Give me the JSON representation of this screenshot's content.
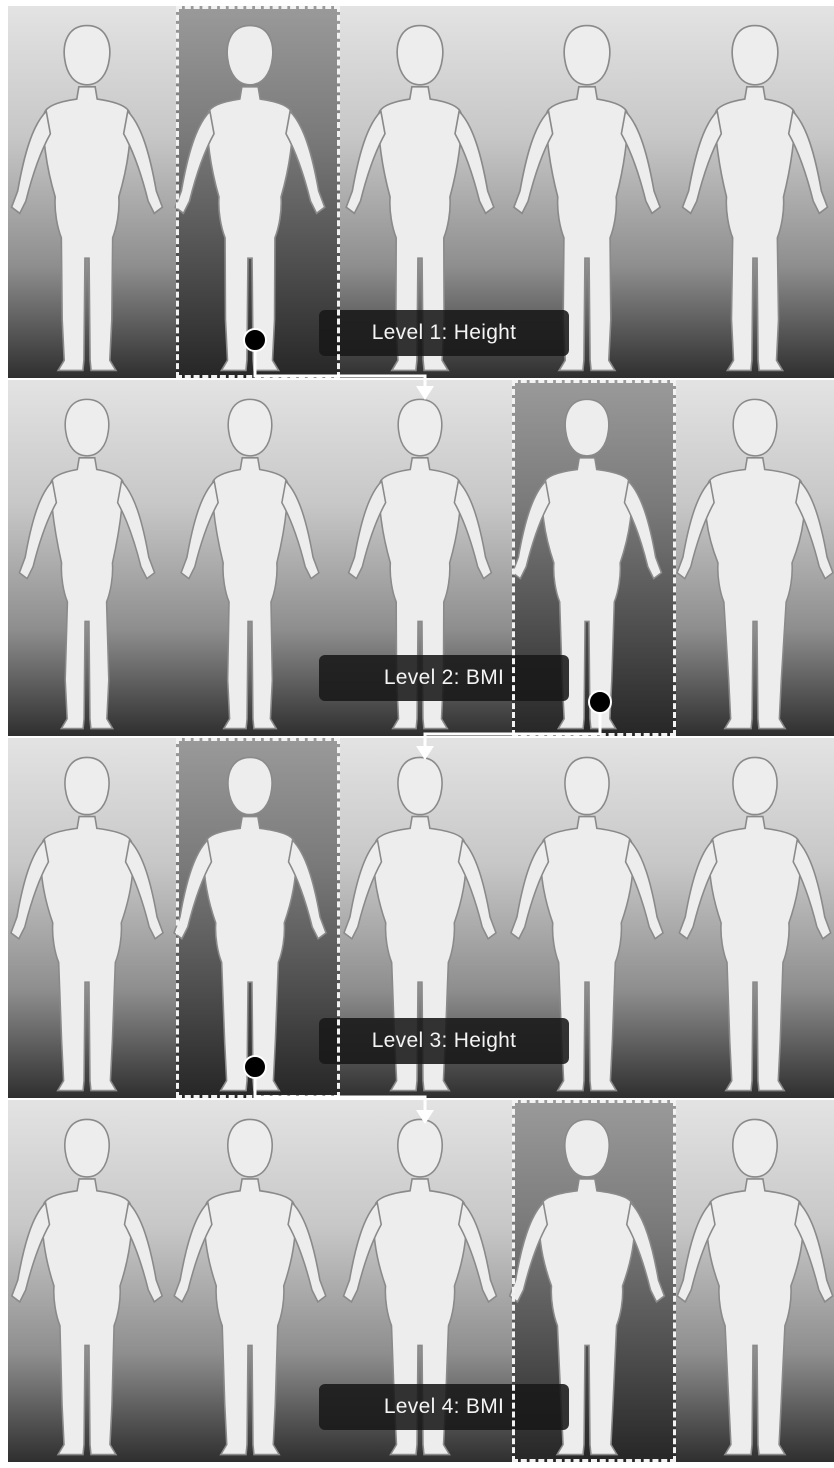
{
  "levels": [
    {
      "label": "Level 1: Height",
      "body_build": [
        0.62,
        0.58,
        0.52,
        0.48,
        0.44
      ],
      "selected_index": 1
    },
    {
      "label": "Level 2: BMI",
      "body_build": [
        0.34,
        0.42,
        0.58,
        0.78,
        1.0
      ],
      "selected_index": 3
    },
    {
      "label": "Level 3: Height",
      "body_build": [
        0.82,
        0.82,
        0.82,
        0.82,
        0.8
      ],
      "selected_index": 1
    },
    {
      "label": "Level 4: BMI",
      "body_build": [
        0.74,
        0.78,
        0.82,
        0.88,
        0.9
      ],
      "selected_index": 3
    }
  ],
  "colors": {
    "body": "#ededed",
    "outline": "#8a8a8a",
    "marker": "#000000",
    "connector": "#ffffff",
    "selection_border": "#f2f2f2"
  },
  "icons": {
    "figure": "human-body-mesh-icon",
    "marker": "black-dot-marker",
    "arrow": "down-arrow-connector"
  }
}
